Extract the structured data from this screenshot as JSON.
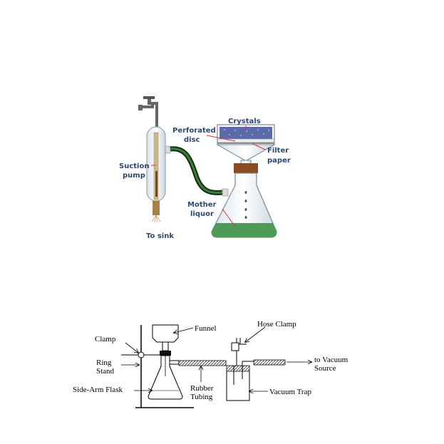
{
  "diagram_a": {
    "labels": {
      "crystals": "Crystals",
      "perforated_1": "Perforated",
      "perforated_2": "disc",
      "filter_1": "Filter",
      "filter_2": "paper",
      "suction_1": "Suction",
      "suction_2": "pump",
      "mother_1": "Mother",
      "mother_2": "liquor",
      "sink": "To sink"
    },
    "colors": {
      "label": "#2c4770",
      "liquid": "#4f9a55",
      "hose": "#1f4a1f",
      "stopper": "#8a4b1e",
      "crystals": "#5b6aa8",
      "pointer": "#d23a3a"
    }
  },
  "diagram_b": {
    "labels": {
      "funnel": "Funnel",
      "hose_clamp": "Hose Clamp",
      "clamp": "Clamp",
      "ring_1": "Ring",
      "ring_2": "Stand",
      "vacuum_1": "to Vacuum",
      "vacuum_2": "Source",
      "side_arm_flask": "Side-Arm Flask",
      "rubber_1": "Rubber",
      "rubber_2": "Tubing",
      "vacuum_trap": "Vacuum Trap"
    }
  }
}
